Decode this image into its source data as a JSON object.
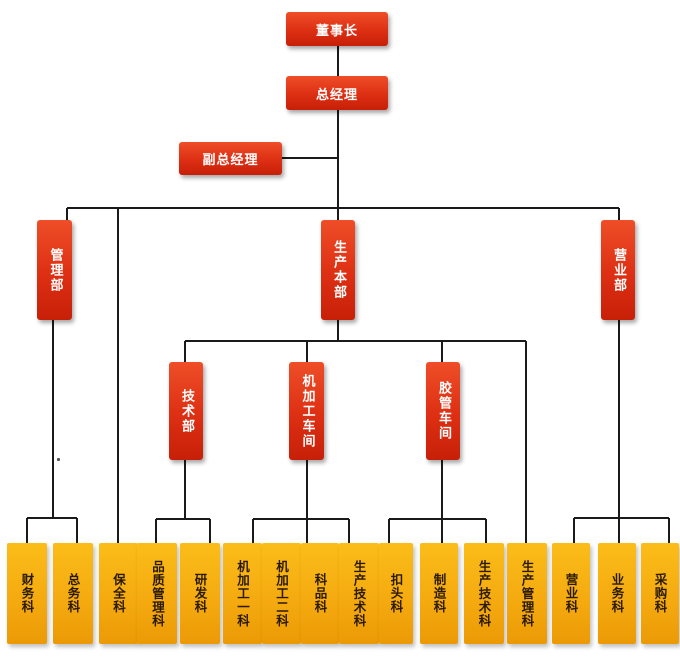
{
  "org": {
    "chairman": "董事长",
    "general_manager": "总经理",
    "deputy_general_manager": "副总经理",
    "management_dept": "管理部",
    "production_dept": "生产本部",
    "sales_dept": "营业部",
    "technology_dept": "技术部",
    "machining_workshop": "机加工车间",
    "rubber_workshop": "胶管车间",
    "finance_section": "财务科",
    "general_affairs_section": "总务科",
    "security_section": "保全科",
    "quality_section": "品质管理科",
    "rnd_section": "研发科",
    "machining_1": "机加工一科",
    "machining_2": "机加工二科",
    "product_section": "科品科",
    "prod_tech_section_1": "生产技术科",
    "fastener_section": "扣头科",
    "manufacturing_section": "制造科",
    "prod_tech_section_2": "生产技术科",
    "prod_management_section": "生产管理科",
    "business_section": "营业科",
    "operations_section": "业务科",
    "purchasing_section": "采购科"
  },
  "colors": {
    "top_box": "#dd2f13",
    "leaf_box": "#f4a90f",
    "connector": "#1a1a1a"
  }
}
